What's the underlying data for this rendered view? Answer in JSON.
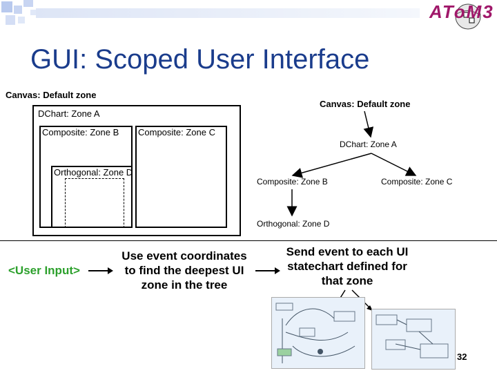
{
  "slide": {
    "title": "GUI: Scoped User Interface",
    "logo_text": "AToM3",
    "page_number": "32"
  },
  "left_diagram": {
    "canvas_label": "Canvas: Default zone",
    "dchart_label": "DChart: Zone A",
    "composite_b_label": "Composite: Zone B",
    "composite_c_label": "Composite: Zone C",
    "orthogonal_label": "Orthogonal: Zone D"
  },
  "tree": {
    "root": "Canvas: Default zone",
    "dchart": "DChart: Zone A",
    "composite_b": "Composite: Zone B",
    "composite_c": "Composite: Zone C",
    "orthogonal": "Orthogonal: Zone D"
  },
  "process": {
    "user_input": "<User Input>",
    "step_find_zone": "Use event coordinates to find the deepest UI zone in the tree",
    "step_send_event": "Send event to each UI statechart defined for that zone"
  },
  "colors": {
    "title": "#1a3c8c",
    "user_input": "#2ca02c",
    "corner_squares": "#b8c9ee"
  },
  "icons": [
    "corner-squares-decoration",
    "atom3-logo",
    "arrow-icon",
    "statechart-thumbnail"
  ]
}
